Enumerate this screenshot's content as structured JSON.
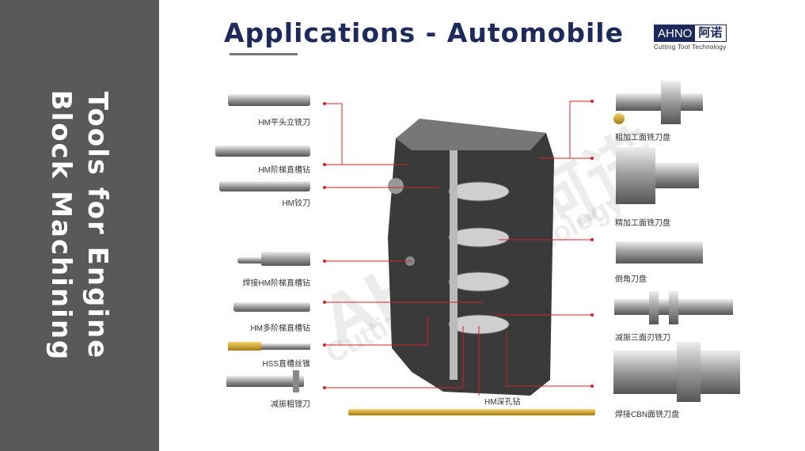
{
  "side": {
    "line1": "Tools for Engine",
    "line2": "Block Machining"
  },
  "title": "Applications - Automobile",
  "logo": {
    "en": "AHNO",
    "cn": "阿诺",
    "tagline": "Cutting Tool Technology"
  },
  "watermark": {
    "main": "AHNO 阿诺",
    "sub": "Cutting Tool Technology"
  },
  "left_tools": [
    "HM平头立铣刀",
    "HM阶梯直槽钻",
    "HM铰刀",
    "焊接HM阶梯直槽钻",
    "HM多阶梯直槽钻",
    "HSS直槽丝锥",
    "减振粗镗刀"
  ],
  "right_tools": [
    "粗加工面铣刀盘",
    "精加工面铣刀盘",
    "倒角刀盘",
    "减振三面刃铣刀",
    "焊接CBN面铣刀盘"
  ],
  "bottom_tool": "HM深孔钻",
  "colors": {
    "side": "#595959",
    "title": "#1f2a5c",
    "leader": "#d0202a"
  }
}
